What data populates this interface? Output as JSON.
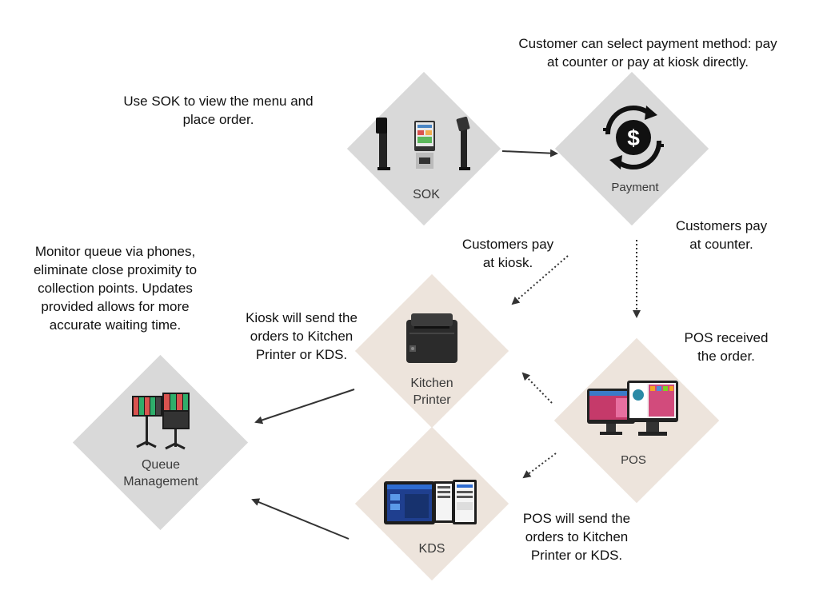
{
  "nodes": {
    "sok": "SOK",
    "payment": "Payment",
    "kitchen_printer": "Kitchen\nPrinter",
    "pos": "POS",
    "kds": "KDS",
    "queue": "Queue\nManagement"
  },
  "captions": {
    "sok": "Use SOK to view the menu and\nplace order.",
    "payment": "Customer can select payment method: pay\nat counter or pay at kiosk directly.",
    "pay_counter": "Customers pay\nat counter.",
    "pay_kiosk": "Customers pay\nat kiosk.",
    "queue": "Monitor queue via phones,\neliminate close proximity to\ncollection points. Updates\nprovided allows for more\naccurate waiting time.",
    "kiosk_send": "Kiosk will send the\norders to Kitchen\nPrinter or KDS.",
    "pos_received": "POS received\nthe order.",
    "pos_send": "POS will send the\norders to Kitchen\nPrinter or KDS."
  },
  "colors": {
    "gray_node": "#d9d9d9",
    "beige_node": "#ede4dc",
    "arrow": "#333333"
  },
  "icons": [
    "kiosk-icon",
    "payment-dollar-icon",
    "printer-icon",
    "pos-terminal-icon",
    "kds-screens-icon",
    "queue-display-icon"
  ]
}
